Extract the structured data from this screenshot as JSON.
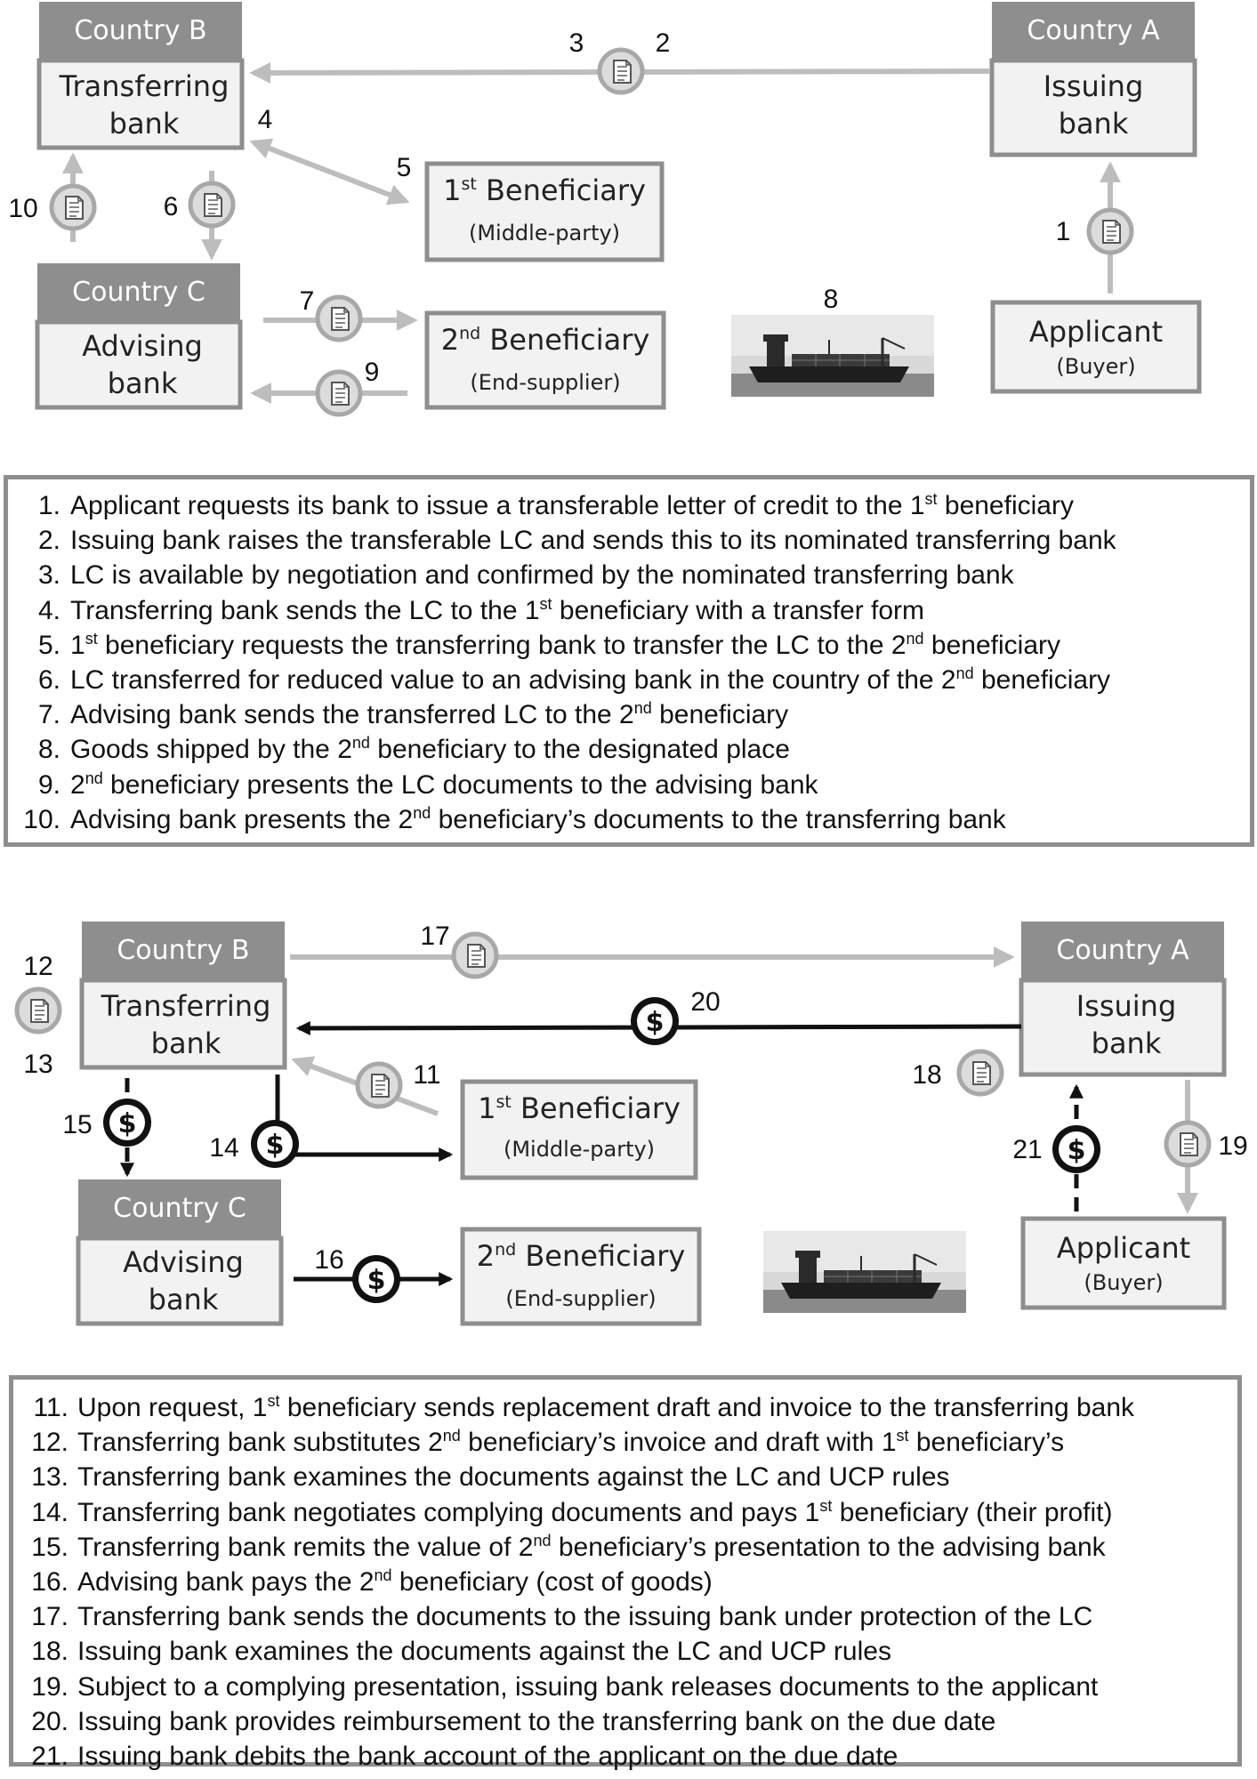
{
  "diagram1": {
    "country_b": {
      "country": "Country B",
      "line1": "Transferring",
      "line2": "bank"
    },
    "country_a": {
      "country": "Country A",
      "line1": "Issuing",
      "line2": "bank"
    },
    "country_c": {
      "country": "Country C",
      "line1": "Advising",
      "line2": "bank"
    },
    "beneficiary1": {
      "ord": "1",
      "ord_sup": "st",
      "title": " Beneficiary",
      "sub": "(Middle-party)"
    },
    "beneficiary2": {
      "ord": "2",
      "ord_sup": "nd",
      "title": " Beneficiary",
      "sub": "(End-supplier)"
    },
    "applicant": {
      "title": "Applicant",
      "sub": "(Buyer)"
    },
    "steps": {
      "s1": "1",
      "s2": "2",
      "s3": "3",
      "s4": "4",
      "s5": "5",
      "s6": "6",
      "s7": "7",
      "s8": "8",
      "s9": "9",
      "s10": "10"
    }
  },
  "legend1": [
    {
      "n": "1.",
      "parts": [
        {
          "t": "Applicant requests its bank to issue a transferable letter of credit to the 1"
        },
        {
          "t": "st",
          "sup": true
        },
        {
          "t": " beneficiary"
        }
      ]
    },
    {
      "n": "2.",
      "parts": [
        {
          "t": "Issuing bank raises the transferable LC and sends this to its nominated transferring bank"
        }
      ]
    },
    {
      "n": "3.",
      "parts": [
        {
          "t": "LC is available by negotiation and confirmed by the nominated transferring bank"
        }
      ]
    },
    {
      "n": "4.",
      "parts": [
        {
          "t": "Transferring bank sends the LC to the 1"
        },
        {
          "t": "st",
          "sup": true
        },
        {
          "t": " beneficiary with a transfer form"
        }
      ]
    },
    {
      "n": "5.",
      "parts": [
        {
          "t": "1"
        },
        {
          "t": "st",
          "sup": true
        },
        {
          "t": " beneficiary requests the transferring bank to transfer the LC to the 2"
        },
        {
          "t": "nd",
          "sup": true
        },
        {
          "t": " beneficiary"
        }
      ]
    },
    {
      "n": "6.",
      "parts": [
        {
          "t": "LC transferred for reduced value to an advising bank in the country of the 2"
        },
        {
          "t": "nd",
          "sup": true
        },
        {
          "t": " beneficiary"
        }
      ]
    },
    {
      "n": "7.",
      "parts": [
        {
          "t": "Advising bank sends the transferred LC to the 2"
        },
        {
          "t": "nd",
          "sup": true
        },
        {
          "t": " beneficiary"
        }
      ]
    },
    {
      "n": "8.",
      "parts": [
        {
          "t": "Goods shipped by the 2"
        },
        {
          "t": "nd",
          "sup": true
        },
        {
          "t": " beneficiary to the designated place"
        }
      ]
    },
    {
      "n": "9.",
      "parts": [
        {
          "t": "2"
        },
        {
          "t": "nd",
          "sup": true
        },
        {
          "t": " beneficiary presents the LC documents to the advising bank"
        }
      ]
    },
    {
      "n": "10.",
      "parts": [
        {
          "t": "Advising bank presents the 2"
        },
        {
          "t": "nd",
          "sup": true
        },
        {
          "t": " beneficiary’s documents to the transferring bank"
        }
      ]
    }
  ],
  "diagram2": {
    "country_b": {
      "country": "Country B",
      "line1": "Transferring",
      "line2": "bank"
    },
    "country_a": {
      "country": "Country A",
      "line1": "Issuing",
      "line2": "bank"
    },
    "country_c": {
      "country": "Country C",
      "line1": "Advising",
      "line2": "bank"
    },
    "beneficiary1": {
      "ord": "1",
      "ord_sup": "st",
      "title": " Beneficiary",
      "sub": "(Middle-party)"
    },
    "beneficiary2": {
      "ord": "2",
      "ord_sup": "nd",
      "title": " Beneficiary",
      "sub": "(End-supplier)"
    },
    "applicant": {
      "title": "Applicant",
      "sub": "(Buyer)"
    },
    "steps": {
      "s11": "11",
      "s12": "12",
      "s13": "13",
      "s14": "14",
      "s15": "15",
      "s16": "16",
      "s17": "17",
      "s18": "18",
      "s19": "19",
      "s20": "20",
      "s21": "21"
    }
  },
  "legend2": [
    {
      "n": "11.",
      "parts": [
        {
          "t": "Upon request, 1"
        },
        {
          "t": "st",
          "sup": true
        },
        {
          "t": " beneficiary sends replacement draft and invoice to the transferring bank"
        }
      ]
    },
    {
      "n": "12.",
      "parts": [
        {
          "t": "Transferring bank substitutes 2"
        },
        {
          "t": "nd",
          "sup": true
        },
        {
          "t": " beneficiary’s invoice and draft with 1"
        },
        {
          "t": "st",
          "sup": true
        },
        {
          "t": " beneficiary’s"
        }
      ]
    },
    {
      "n": "13.",
      "parts": [
        {
          "t": "Transferring bank examines the documents against the LC and UCP rules"
        }
      ]
    },
    {
      "n": "14.",
      "parts": [
        {
          "t": "Transferring bank negotiates complying documents and pays 1"
        },
        {
          "t": "st",
          "sup": true
        },
        {
          "t": " beneficiary (their profit)"
        }
      ]
    },
    {
      "n": "15.",
      "parts": [
        {
          "t": "Transferring bank remits the value of 2"
        },
        {
          "t": "nd",
          "sup": true
        },
        {
          "t": " beneficiary’s presentation to the advising bank"
        }
      ]
    },
    {
      "n": "16.",
      "parts": [
        {
          "t": "Advising bank pays the 2"
        },
        {
          "t": "nd",
          "sup": true
        },
        {
          "t": " beneficiary (cost of goods)"
        }
      ]
    },
    {
      "n": "17.",
      "parts": [
        {
          "t": "Transferring bank sends the documents to the issuing bank under protection of the LC"
        }
      ]
    },
    {
      "n": "18.",
      "parts": [
        {
          "t": "Issuing bank examines the documents against the LC and UCP rules"
        }
      ]
    },
    {
      "n": "19.",
      "parts": [
        {
          "t": "Subject to a complying presentation, issuing bank releases documents to the applicant"
        }
      ]
    },
    {
      "n": "20.",
      "parts": [
        {
          "t": "Issuing bank provides reimbursement to the transferring bank on the due date"
        }
      ]
    },
    {
      "n": "21.",
      "parts": [
        {
          "t": "Issuing bank debits the bank account of the applicant on the due date"
        }
      ]
    }
  ],
  "icons": {
    "document": "document-icon",
    "dollar": "dollar-coin-icon",
    "ship": "cargo-ship-icon"
  },
  "colors": {
    "box_header": "#8e8e8e",
    "box_border": "#8e8e8e",
    "box_fill": "#f2f2f2",
    "doc_arrow": "#bdbdbd",
    "payment_arrow": "#111111"
  }
}
